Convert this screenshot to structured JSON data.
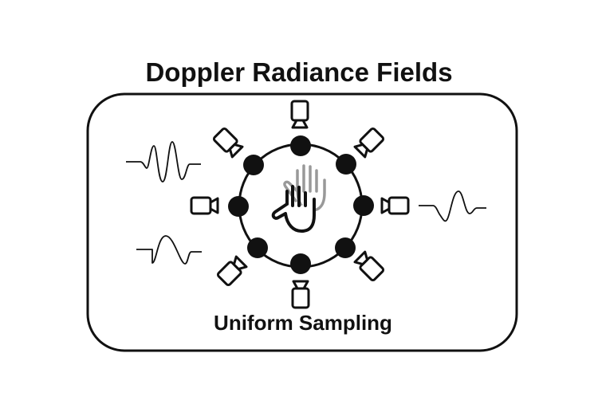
{
  "title": "Doppler Radiance Fields",
  "subtitle": "Uniform Sampling",
  "colors": {
    "stroke": "#111111",
    "ghost_hand": "#999999",
    "background": "#ffffff"
  },
  "icons": {
    "sensor": "camera-icon",
    "subject": "hand-icon",
    "signal": "waveform-icon",
    "position": "sample-dot"
  },
  "sensor_count": 8
}
